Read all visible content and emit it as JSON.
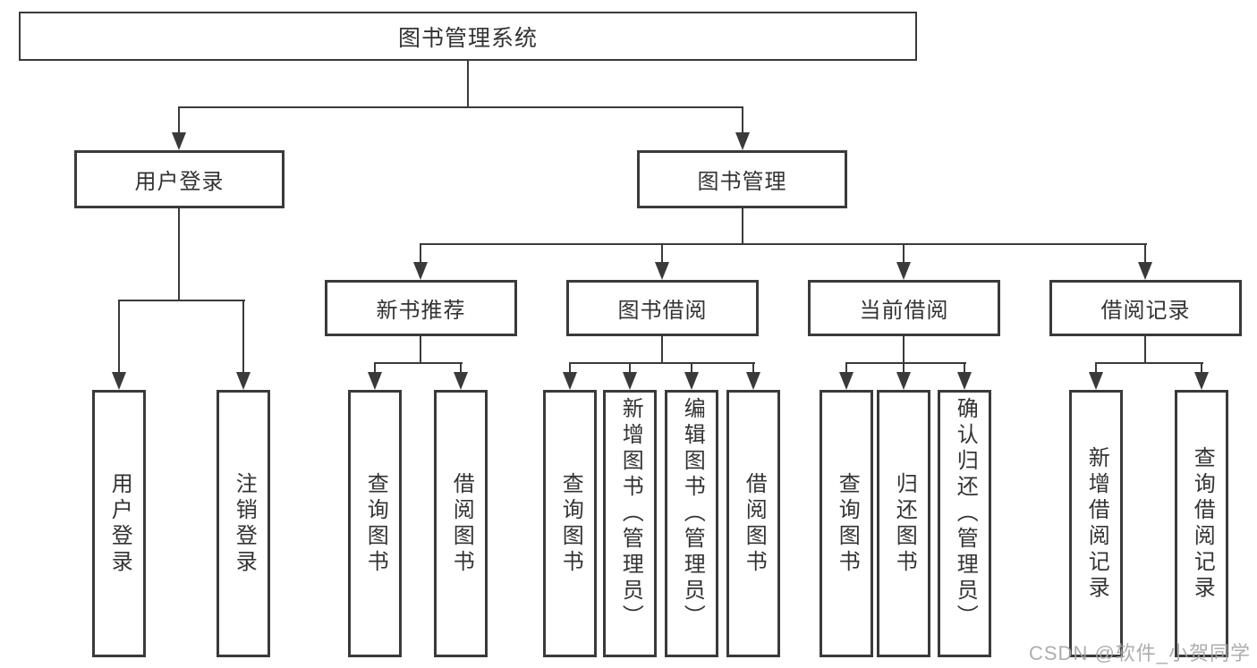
{
  "colors": {
    "line": "#3a3a3a",
    "box_border": "#3a3a3a",
    "box_fill": "#ffffff",
    "text": "#333333",
    "watermark": "#a5a5a5",
    "background": "#ffffff"
  },
  "watermark": {
    "text": "CSDN @软件_小贺同学"
  },
  "diagram": {
    "root": {
      "label": "图书管理系统"
    },
    "level2": {
      "user_login": {
        "label": "用户登录"
      },
      "book_management": {
        "label": "图书管理"
      }
    },
    "level3": {
      "new_book_recommendation": {
        "label": "新书推荐"
      },
      "book_borrowing": {
        "label": "图书借阅"
      },
      "current_borrowing": {
        "label": "当前借阅"
      },
      "borrowing_records": {
        "label": "借阅记录"
      }
    },
    "leaves": {
      "user_login": {
        "login": "用户登录",
        "logout": "注销登录"
      },
      "new_book_recommendation": {
        "query_books": "查询图书",
        "borrow_books": "借阅图书"
      },
      "book_borrowing": {
        "query_books": "查询图书",
        "add_books_admin": "新增图书（管理员）",
        "edit_books_admin": "编辑图书（管理员）",
        "borrow_books": "借阅图书"
      },
      "current_borrowing": {
        "query_books": "查询图书",
        "return_books": "归还图书",
        "confirm_return_admin": "确认归还（管理员）"
      },
      "borrowing_records": {
        "add_record": "新增借阅记录",
        "query_record": "查询借阅记录"
      }
    }
  }
}
